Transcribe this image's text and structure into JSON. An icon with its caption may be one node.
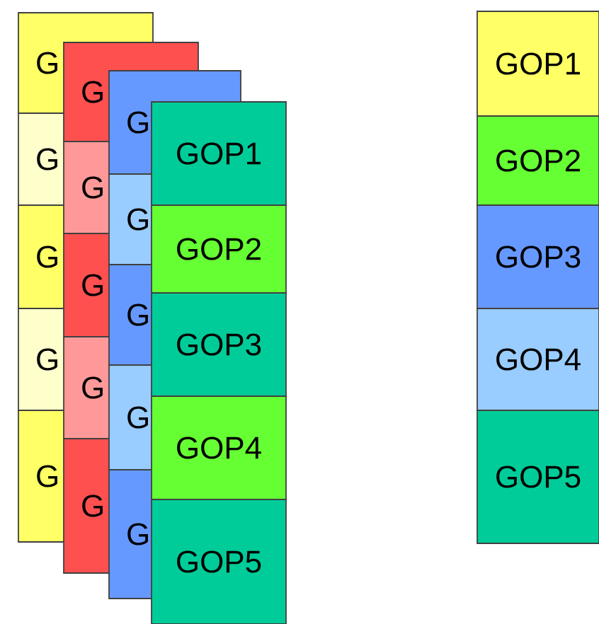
{
  "diagram": {
    "nodes": [
      {
        "text": [],
        "shape": "box"
      },
      {
        "text": [
          "G"
        ]
      },
      {
        "text": [
          "G"
        ]
      },
      {
        "text": [
          "G"
        ]
      },
      {
        "text": [
          "G"
        ]
      },
      {
        "text": [
          "G"
        ]
      },
      {
        "text": [],
        "shape": "box"
      },
      {
        "text": [
          "G"
        ]
      },
      {
        "text": [
          "G"
        ]
      },
      {
        "text": [
          "G"
        ]
      },
      {
        "text": [
          "G"
        ]
      },
      {
        "text": [
          "G"
        ]
      },
      {
        "text": [],
        "shape": "box"
      },
      {
        "text": [
          "G"
        ]
      },
      {
        "text": [
          "G"
        ]
      },
      {
        "text": [
          "G"
        ]
      },
      {
        "text": [
          "G"
        ]
      },
      {
        "text": [
          "G"
        ]
      },
      {
        "text": [
          "GOP1"
        ]
      },
      {
        "text": [
          "GOP2"
        ]
      },
      {
        "text": [
          "GOP3"
        ]
      },
      {
        "text": [
          "GOP4"
        ]
      },
      {
        "text": [
          "GOP5"
        ]
      },
      {
        "text": [
          "GOP1"
        ]
      },
      {
        "text": [
          "GOP2"
        ]
      },
      {
        "text": [
          "GOP3"
        ]
      },
      {
        "text": [
          "GOP4"
        ]
      },
      {
        "text": [
          "GOP5"
        ]
      }
    ]
  }
}
